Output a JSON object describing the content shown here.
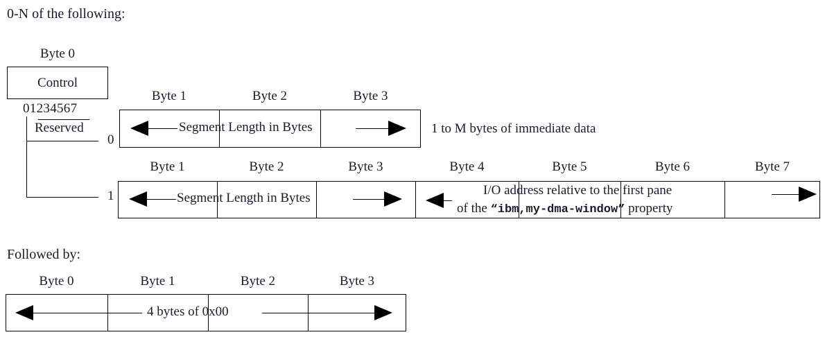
{
  "diagram": {
    "caption_top": "0-N of the following:",
    "caption_bottom": "Followed by:",
    "control_box": {
      "byte_label": "Byte 0",
      "name": "Control",
      "bit_numbers": "01234567",
      "reserved_label": "Reserved"
    },
    "selector_labels": {
      "zero": "0",
      "one": "1"
    },
    "row_immediate": {
      "byte_labels": [
        "Byte 1",
        "Byte 2",
        "Byte 3"
      ],
      "span_label": "Segment Length in Bytes",
      "trailing_text": "1 to M bytes of immediate data"
    },
    "row_dma": {
      "byte_labels_left": [
        "Byte 1",
        "Byte 2",
        "Byte 3"
      ],
      "byte_labels_right": [
        "Byte 4",
        "Byte 5",
        "Byte 6",
        "Byte 7"
      ],
      "span_label": "Segment Length in Bytes",
      "address_line1": "I/O address relative to the first pane",
      "address_line2_pre": "of the ",
      "address_line2_quote_open": "“",
      "address_line2_prop": "ibm,my-dma-window",
      "address_line2_quote_close": "”",
      "address_line2_post": " property"
    },
    "row_trailer": {
      "byte_labels": [
        "Byte 0",
        "Byte 1",
        "Byte 2",
        "Byte 3"
      ],
      "span_label": "4 bytes of 0x00"
    },
    "colors": {
      "ink": "#000000",
      "text": "#1a1a2e",
      "background": "#ffffff"
    }
  }
}
